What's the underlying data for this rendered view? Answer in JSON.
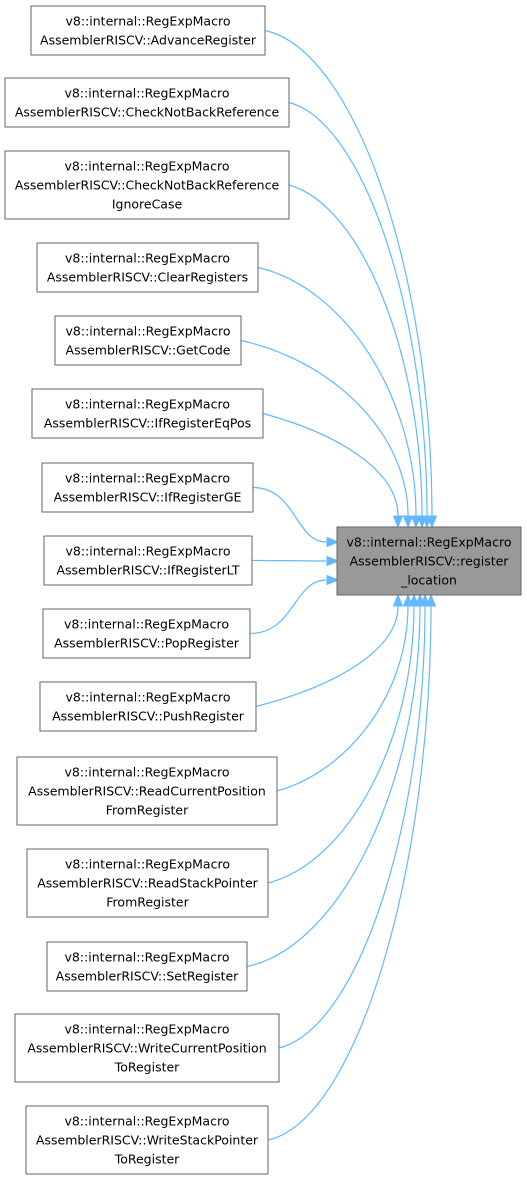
{
  "graph": {
    "target": {
      "lines": [
        "v8::internal::RegExpMacro",
        "AssemblerRISCV::register",
        "_location"
      ]
    },
    "callers": [
      {
        "id": "advance-register",
        "lines": [
          "v8::internal::RegExpMacro",
          "AssemblerRISCV::AdvanceRegister"
        ]
      },
      {
        "id": "check-not-back-reference",
        "lines": [
          "v8::internal::RegExpMacro",
          "AssemblerRISCV::CheckNotBackReference"
        ]
      },
      {
        "id": "check-not-back-reference-ignore-case",
        "lines": [
          "v8::internal::RegExpMacro",
          "AssemblerRISCV::CheckNotBackReference",
          "IgnoreCase"
        ]
      },
      {
        "id": "clear-registers",
        "lines": [
          "v8::internal::RegExpMacro",
          "AssemblerRISCV::ClearRegisters"
        ]
      },
      {
        "id": "get-code",
        "lines": [
          "v8::internal::RegExpMacro",
          "AssemblerRISCV::GetCode"
        ]
      },
      {
        "id": "if-register-eq-pos",
        "lines": [
          "v8::internal::RegExpMacro",
          "AssemblerRISCV::IfRegisterEqPos"
        ]
      },
      {
        "id": "if-register-ge",
        "lines": [
          "v8::internal::RegExpMacro",
          "AssemblerRISCV::IfRegisterGE"
        ]
      },
      {
        "id": "if-register-lt",
        "lines": [
          "v8::internal::RegExpMacro",
          "AssemblerRISCV::IfRegisterLT"
        ]
      },
      {
        "id": "pop-register",
        "lines": [
          "v8::internal::RegExpMacro",
          "AssemblerRISCV::PopRegister"
        ]
      },
      {
        "id": "push-register",
        "lines": [
          "v8::internal::RegExpMacro",
          "AssemblerRISCV::PushRegister"
        ]
      },
      {
        "id": "read-current-position-from-register",
        "lines": [
          "v8::internal::RegExpMacro",
          "AssemblerRISCV::ReadCurrentPosition",
          "FromRegister"
        ]
      },
      {
        "id": "read-stack-pointer-from-register",
        "lines": [
          "v8::internal::RegExpMacro",
          "AssemblerRISCV::ReadStackPointer",
          "FromRegister"
        ]
      },
      {
        "id": "set-register",
        "lines": [
          "v8::internal::RegExpMacro",
          "AssemblerRISCV::SetRegister"
        ]
      },
      {
        "id": "write-current-position-to-register",
        "lines": [
          "v8::internal::RegExpMacro",
          "AssemblerRISCV::WriteCurrentPosition",
          "ToRegister"
        ]
      },
      {
        "id": "write-stack-pointer-to-register",
        "lines": [
          "v8::internal::RegExpMacro",
          "AssemblerRISCV::WriteStackPointer",
          "ToRegister"
        ]
      }
    ],
    "colors": {
      "edge": "#63b8ff",
      "node_border": "#666666",
      "target_fill": "#999999",
      "node_fill": "#ffffff"
    }
  }
}
